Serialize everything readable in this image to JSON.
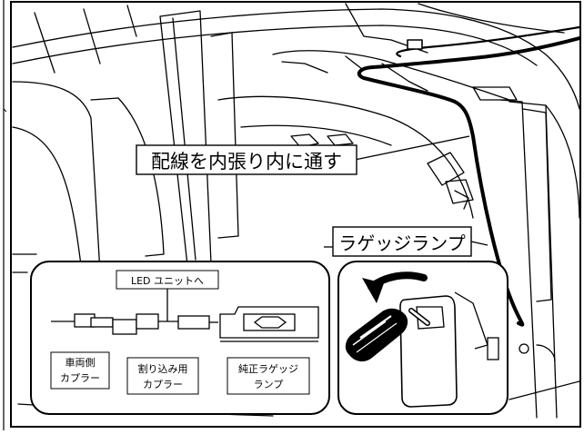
{
  "callouts": {
    "route_wiring": "配線を内張り内に通す",
    "luggage_lamp": "ラゲッジランプ"
  },
  "inset": {
    "led_unit_label": "LED ユニットへ",
    "vehicle_coupler": [
      "車両側",
      "カプラー"
    ],
    "splice_coupler": [
      "割り込み用",
      "カプラー"
    ],
    "stock_lamp": [
      "純正ラゲッジ",
      "ランプ"
    ]
  }
}
